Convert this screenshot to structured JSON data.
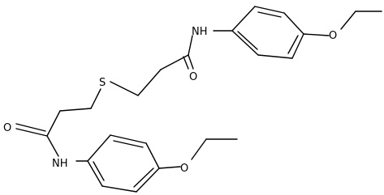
{
  "atoms": {
    "s1": "S",
    "n_top": "NH",
    "o_carbonyl_top": "O",
    "o_ether_top": "O",
    "n_bottom": "NH",
    "o_carbonyl_bottom": "O",
    "o_ether_bottom": "O"
  }
}
